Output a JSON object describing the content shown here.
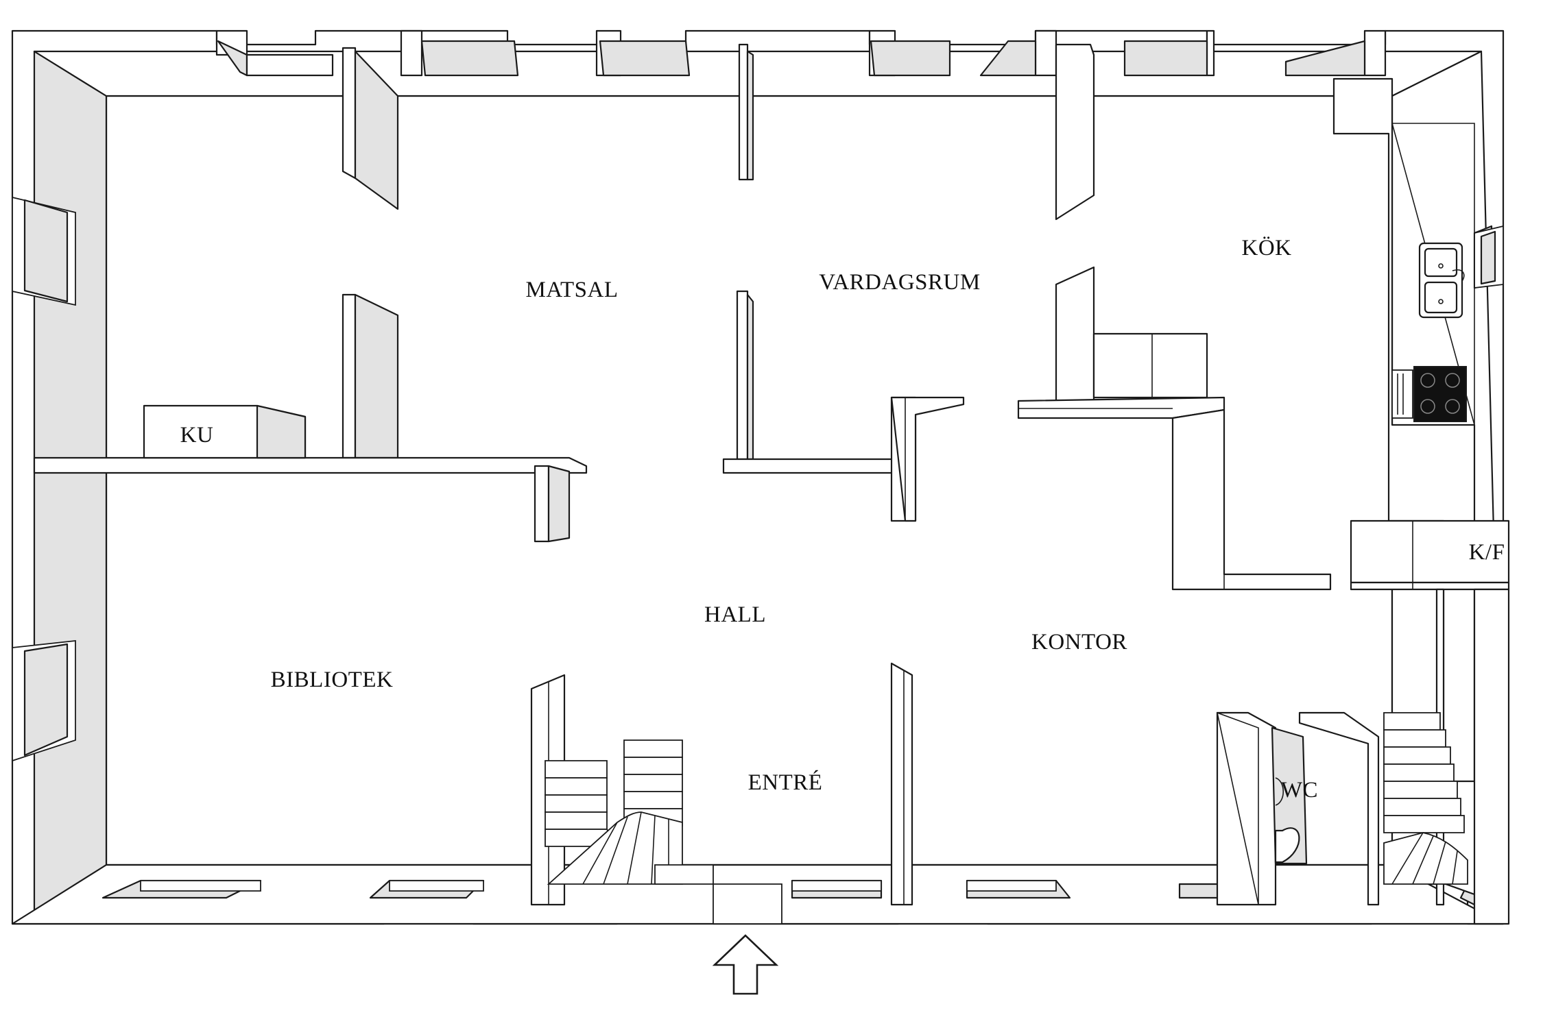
{
  "rooms": {
    "matsal": "MATSAL",
    "vardagsrum": "VARDAGSRUM",
    "kok": "KÖK",
    "ku": "KU",
    "hall": "HALL",
    "kontor": "KONTOR",
    "bibliotek": "BIBLIOTEK",
    "entre": "ENTRÉ",
    "wc": "WC",
    "kf": "K/F"
  },
  "colors": {
    "wall_fill": "#ffffff",
    "wall_shade": "#e3e3e3",
    "line": "#1a1a1a",
    "stove": "#111111"
  },
  "icons": {
    "entrance": "arrow-up-icon",
    "sink": "sink-icon",
    "stove": "stove-icon"
  }
}
